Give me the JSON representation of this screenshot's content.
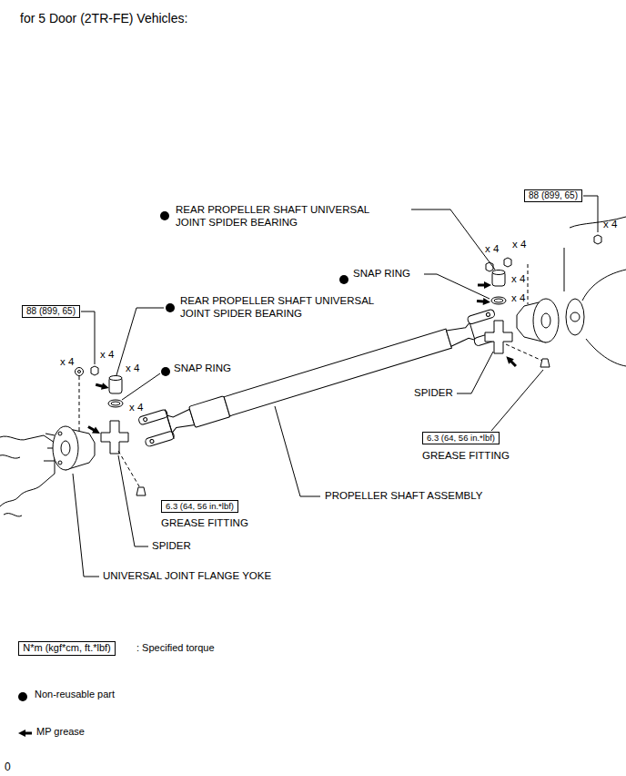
{
  "diagram": {
    "title": "for 5 Door (2TR-FE) Vehicles:",
    "nodes": [
      {
        "text": [
          "88 (899, 65)"
        ]
      },
      {
        "text": [
          "88 (899, 65)"
        ]
      },
      {
        "text": [
          "6.3 (64, 56 in.*lbf)"
        ]
      },
      {
        "text": [
          "6.3 (64, 56 in.*lbf)"
        ]
      },
      {
        "text": [
          "N*m (kgf*cm, ft.*lbf)"
        ]
      }
    ],
    "labels": [
      "REAR PROPELLER SHAFT UNIVERSAL JOINT SPIDER BEARING",
      "x 4",
      "x 4",
      "x 4",
      "SNAP RING",
      "x 4",
      "x 4",
      "REAR PROPELLER SHAFT UNIVERSAL JOINT SPIDER BEARING",
      "x 4",
      "x 4",
      "x 4",
      "SNAP RING",
      "x 4",
      "SPIDER",
      "GREASE FITTING",
      "PROPELLER SHAFT ASSEMBLY",
      "GREASE FITTING",
      "SPIDER",
      "UNIVERSAL JOINT FLANGE YOKE",
      "0"
    ],
    "legend": [
      {
        "text": ": Specified torque"
      },
      {
        "text": "Non-reusable part"
      },
      {
        "text": "MP grease"
      }
    ]
  }
}
